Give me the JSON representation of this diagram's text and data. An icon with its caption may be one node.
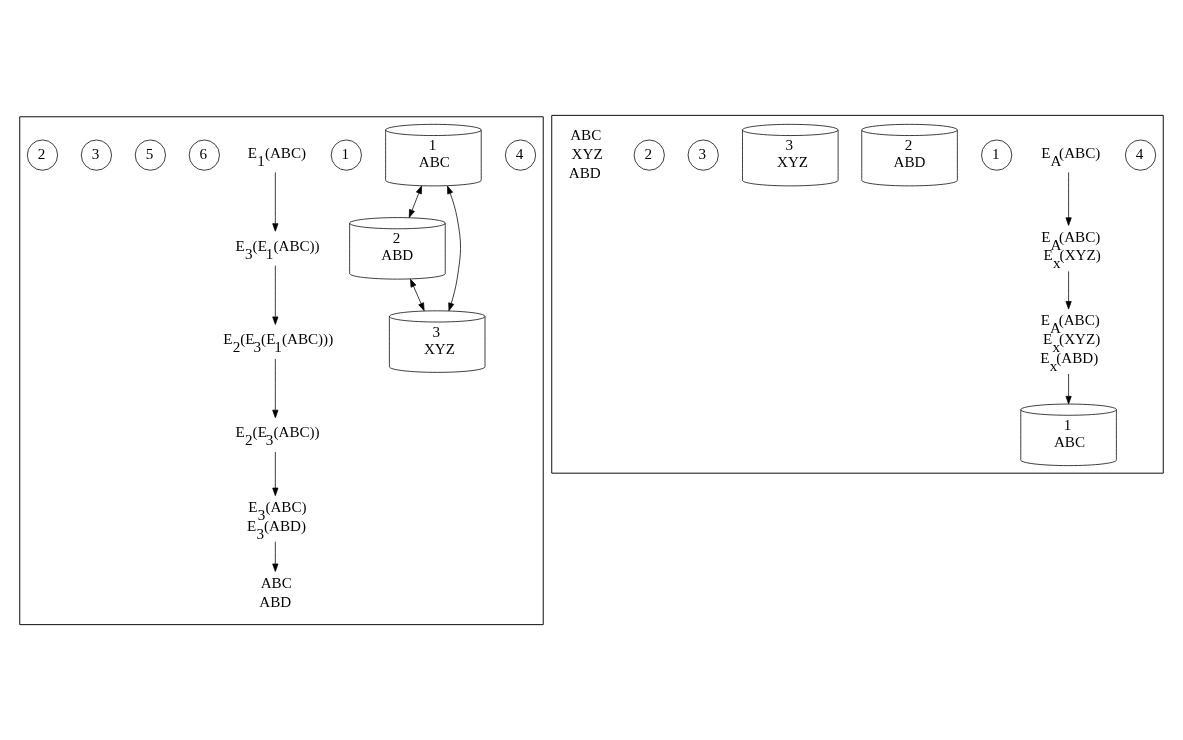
{
  "diagram": {
    "nodes": [
      {
        "text": [],
        "shape": "box"
      },
      {
        "text": [
          "4"
        ],
        "in": 0
      },
      {
        "text": [
          "E$_{2}$(E$_{3}$(ABC))"
        ],
        "in": 0
      },
      {
        "text": [
          "1",
          "ABC"
        ],
        "in": 0
      },
      {
        "text": [
          "1"
        ],
        "in": 0
      },
      {
        "text": [
          "E$_{1}$(ABC)"
        ],
        "in": 0
      },
      {
        "text": [
          "6"
        ],
        "in": 0
      },
      {
        "text": [
          "ABC ABD"
        ],
        "in": 0
      },
      {
        "text": [
          "2",
          "ABD"
        ],
        "in": 0
      },
      {
        "text": [
          "E$_{3}$(ABC) E$_{3}$(ABD)"
        ],
        "in": 0
      },
      {
        "text": [
          "5"
        ],
        "in": 0
      },
      {
        "text": [
          "3",
          "XYZ"
        ],
        "in": 0
      },
      {
        "text": [
          "E$_{2}$(E$_{3}$(E$_{1}$(ABC)))"
        ],
        "in": 0
      },
      {
        "text": [
          "E$_{3}$(E$_{1}$(ABC))"
        ],
        "in": 0
      },
      {
        "text": [
          "3"
        ],
        "in": 0
      },
      {
        "text": [
          "2"
        ],
        "in": 0
      },
      {
        "text": [],
        "shape": "box"
      },
      {
        "text": [
          "4"
        ],
        "in": 16
      },
      {
        "text": [
          "1",
          "ABC"
        ],
        "in": 16
      },
      {
        "text": [
          "E$_{A}$(ABC)"
        ],
        "in": 16
      },
      {
        "text": [
          "1"
        ],
        "in": 16
      },
      {
        "text": [
          "2",
          "ABD"
        ],
        "in": 16
      },
      {
        "text": [
          "3",
          "XYZ"
        ],
        "in": 16
      },
      {
        "text": [
          "E$_{A}$(ABC) E$_{x}$(XYZ) E$_{x}$(ABD)"
        ],
        "in": 16
      },
      {
        "text": [
          "3"
        ],
        "in": 16
      },
      {
        "text": [
          "E$_{A}$(ABC) E$_{x}$(XYZ)"
        ],
        "in": 16
      },
      {
        "text": [
          "2"
        ],
        "in": 16
      }
    ],
    "edges": [
      {
        "from": 5,
        "to": 13,
        "arrow": "to"
      },
      {
        "from": 13,
        "to": 12,
        "arrow": "to"
      },
      {
        "from": 12,
        "to": 2,
        "arrow": "to"
      },
      {
        "from": 2,
        "to": 9,
        "arrow": "to"
      },
      {
        "from": 9,
        "to": 7,
        "arrow": "to"
      },
      {
        "from": 3,
        "to": 8,
        "arrow": "both"
      },
      {
        "from": 3,
        "to": 11,
        "arrow": "both"
      },
      {
        "from": 8,
        "to": 11,
        "arrow": "both"
      },
      {
        "from": 19,
        "to": 25,
        "arrow": "to"
      },
      {
        "from": 25,
        "to": 23,
        "arrow": "to"
      },
      {
        "from": 23,
        "to": 18,
        "arrow": "to"
      }
    ],
    "labels": [
      "ABC XYZ ABD"
    ]
  }
}
